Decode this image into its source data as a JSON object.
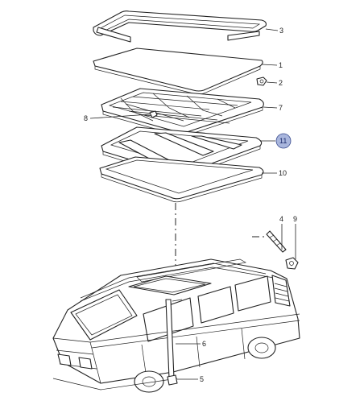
{
  "callouts": {
    "c1": "1",
    "c2": "2",
    "c3": "3",
    "c4": "4",
    "c5": "5",
    "c6": "6",
    "c7": "7",
    "c8": "8",
    "c9": "9",
    "c10": "10",
    "c11": "11"
  },
  "colors": {
    "line": "#222222",
    "highlight_fill": "#a9b6dd",
    "highlight_stroke": "#3a4c8f"
  }
}
